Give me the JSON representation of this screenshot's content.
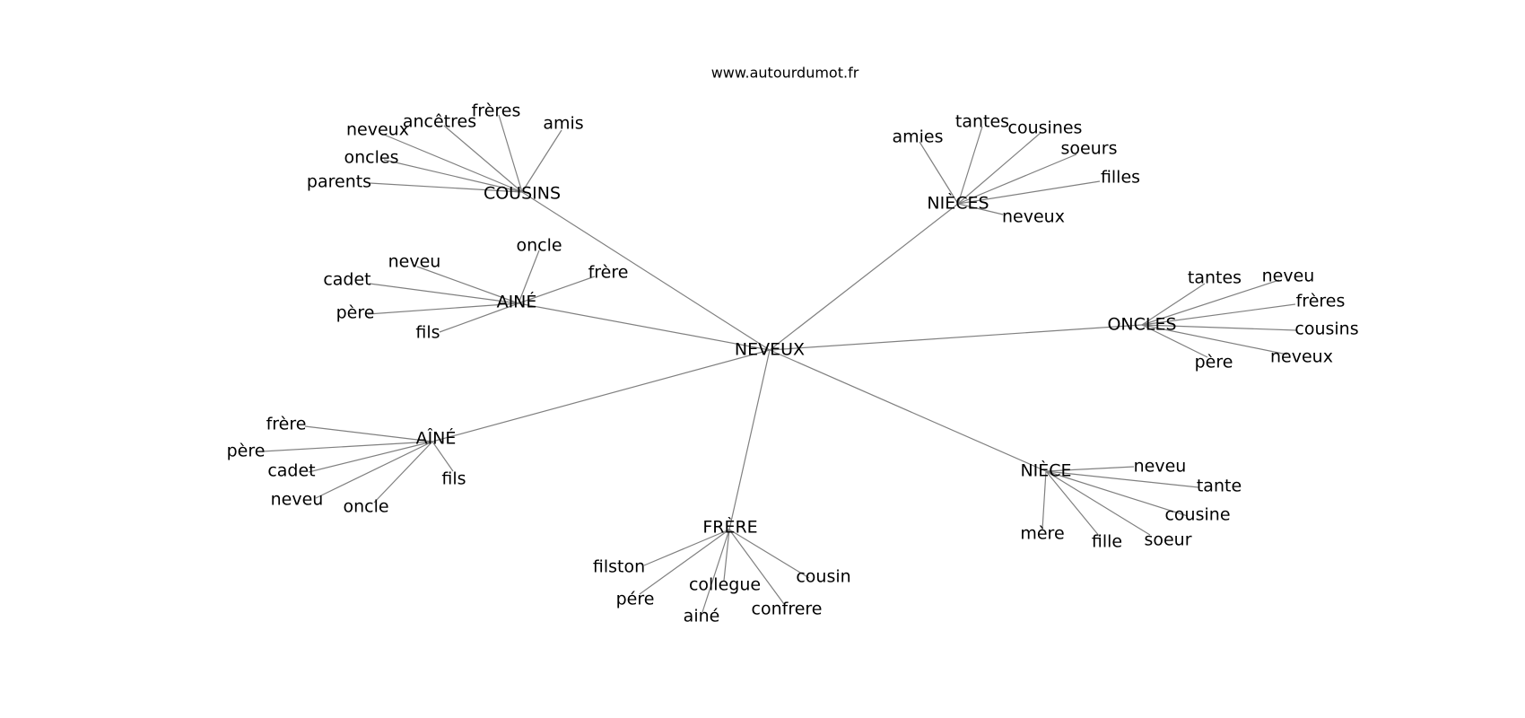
{
  "site_label": "www.autourdumot.fr",
  "root": "NEVEUX",
  "clusters": [
    {
      "id": "cousins",
      "hub": "COUSINS",
      "leaves": [
        "parents",
        "oncles",
        "neveux",
        "ancêtres",
        "frères",
        "amis"
      ]
    },
    {
      "id": "aine-upper",
      "hub": "AINÉ",
      "leaves": [
        "oncle",
        "neveu",
        "cadet",
        "père",
        "fils",
        "frère"
      ]
    },
    {
      "id": "aine-lower",
      "hub": "AÎNÉ",
      "leaves": [
        "frère",
        "père",
        "cadet",
        "neveu",
        "oncle",
        "fils"
      ]
    },
    {
      "id": "frere",
      "hub": "FRÈRE",
      "leaves": [
        "filston",
        "pére",
        "collegue",
        "ainé",
        "confrere",
        "cousin"
      ]
    },
    {
      "id": "niece",
      "hub": "NIÈCE",
      "leaves": [
        "neveu",
        "tante",
        "cousine",
        "soeur",
        "fille",
        "mère"
      ]
    },
    {
      "id": "oncles",
      "hub": "ONCLES",
      "leaves": [
        "tantes",
        "neveu",
        "frères",
        "cousins",
        "neveux",
        "père"
      ]
    },
    {
      "id": "nieces",
      "hub": "NIÈCES",
      "leaves": [
        "amies",
        "tantes",
        "cousines",
        "soeurs",
        "filles",
        "neveux"
      ]
    }
  ]
}
